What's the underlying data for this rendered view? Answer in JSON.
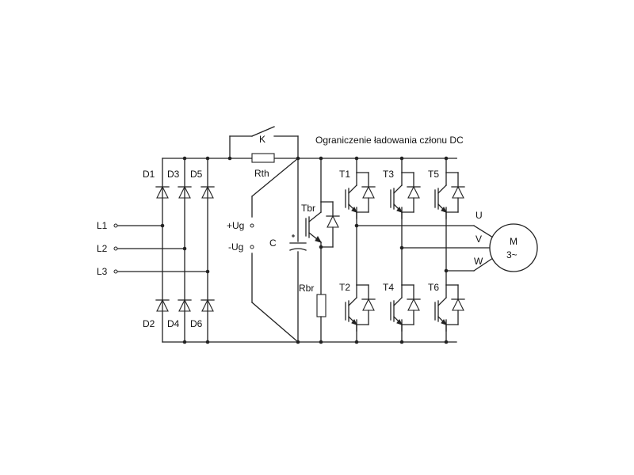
{
  "caption": "Ograniczenie ładowania członu DC",
  "inputs": [
    "L1",
    "L2",
    "L3"
  ],
  "diodes_top": [
    "D1",
    "D3",
    "D5"
  ],
  "diodes_bottom": [
    "D2",
    "D4",
    "D6"
  ],
  "switch_label": "K",
  "precharge_resistor": "Rth",
  "plus_terminal": "+Ug",
  "minus_terminal": "-Ug",
  "capacitor": "C",
  "brake_transistor": "Tbr",
  "brake_resistor": "Rbr",
  "igbt_top": [
    "T1",
    "T3",
    "T5"
  ],
  "igbt_bottom": [
    "T2",
    "T4",
    "T6"
  ],
  "phases": [
    "U",
    "V",
    "W"
  ],
  "motor": {
    "name": "M",
    "type": "3~"
  }
}
